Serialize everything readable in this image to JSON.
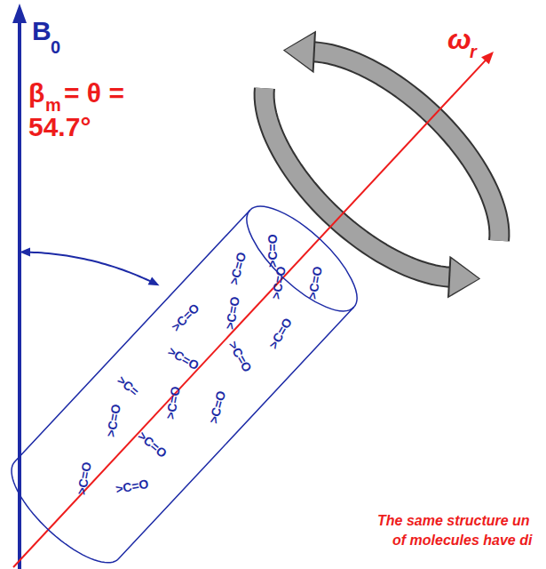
{
  "diagram": {
    "nodes": [
      {
        "text": [
          ">C=O",
          ">C=O",
          ">C=O",
          ">C=O",
          ">C=",
          ">C=O",
          ">C=O",
          ">C=O",
          ">C=O",
          ">C=O",
          ">C=O",
          ">C=O",
          ">C=O",
          ">C=O",
          ">C=O",
          ">C=O"
        ]
      }
    ],
    "edges": [],
    "labels": [
      "B",
      "0",
      "β",
      "m",
      "= θ =",
      "54.7°",
      "ω",
      "r",
      "The same structure un",
      "of molecules have di"
    ]
  }
}
